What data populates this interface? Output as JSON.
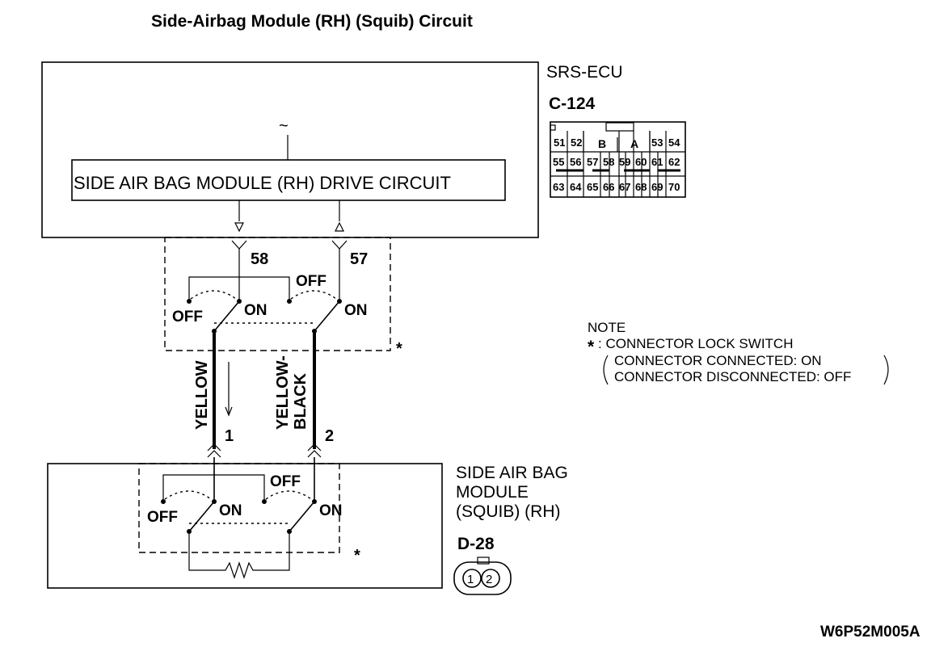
{
  "title": "Side-Airbag Module (RH) (Squib) Circuit",
  "ecu": {
    "name": "SRS-ECU",
    "connector": "C-124",
    "drive_circuit_label": "SIDE AIR BAG MODULE (RH)  DRIVE CIRCUIT",
    "tilde": "~",
    "pins": {
      "left": "58",
      "right": "57"
    },
    "grid_row1": [
      "51",
      "52",
      "B",
      "A",
      "53",
      "54"
    ],
    "grid_row2": [
      "55",
      "56",
      "57",
      "58",
      "59",
      "60",
      "61",
      "62"
    ],
    "grid_row3": [
      "63",
      "64",
      "65",
      "66",
      "67",
      "68",
      "69",
      "70"
    ]
  },
  "switch_labels": {
    "off": "OFF",
    "on": "ON",
    "star": "*"
  },
  "wires": {
    "left": {
      "color": "YELLOW",
      "pin": "1"
    },
    "right": {
      "color_line1": "YELLOW-",
      "color_line2": "BLACK",
      "pin": "2"
    }
  },
  "note": {
    "heading": "NOTE",
    "star": "*",
    "line1": ": CONNECTOR LOCK SWITCH",
    "line2": "CONNECTOR CONNECTED: ON",
    "line3": "CONNECTOR DISCONNECTED: OFF"
  },
  "module": {
    "line1": "SIDE AIR BAG",
    "line2": "MODULE",
    "line3": "(SQUIB) (RH)",
    "connector": "D-28",
    "pin1": "1",
    "pin2": "2"
  },
  "figure_code": "W6P52M005A"
}
